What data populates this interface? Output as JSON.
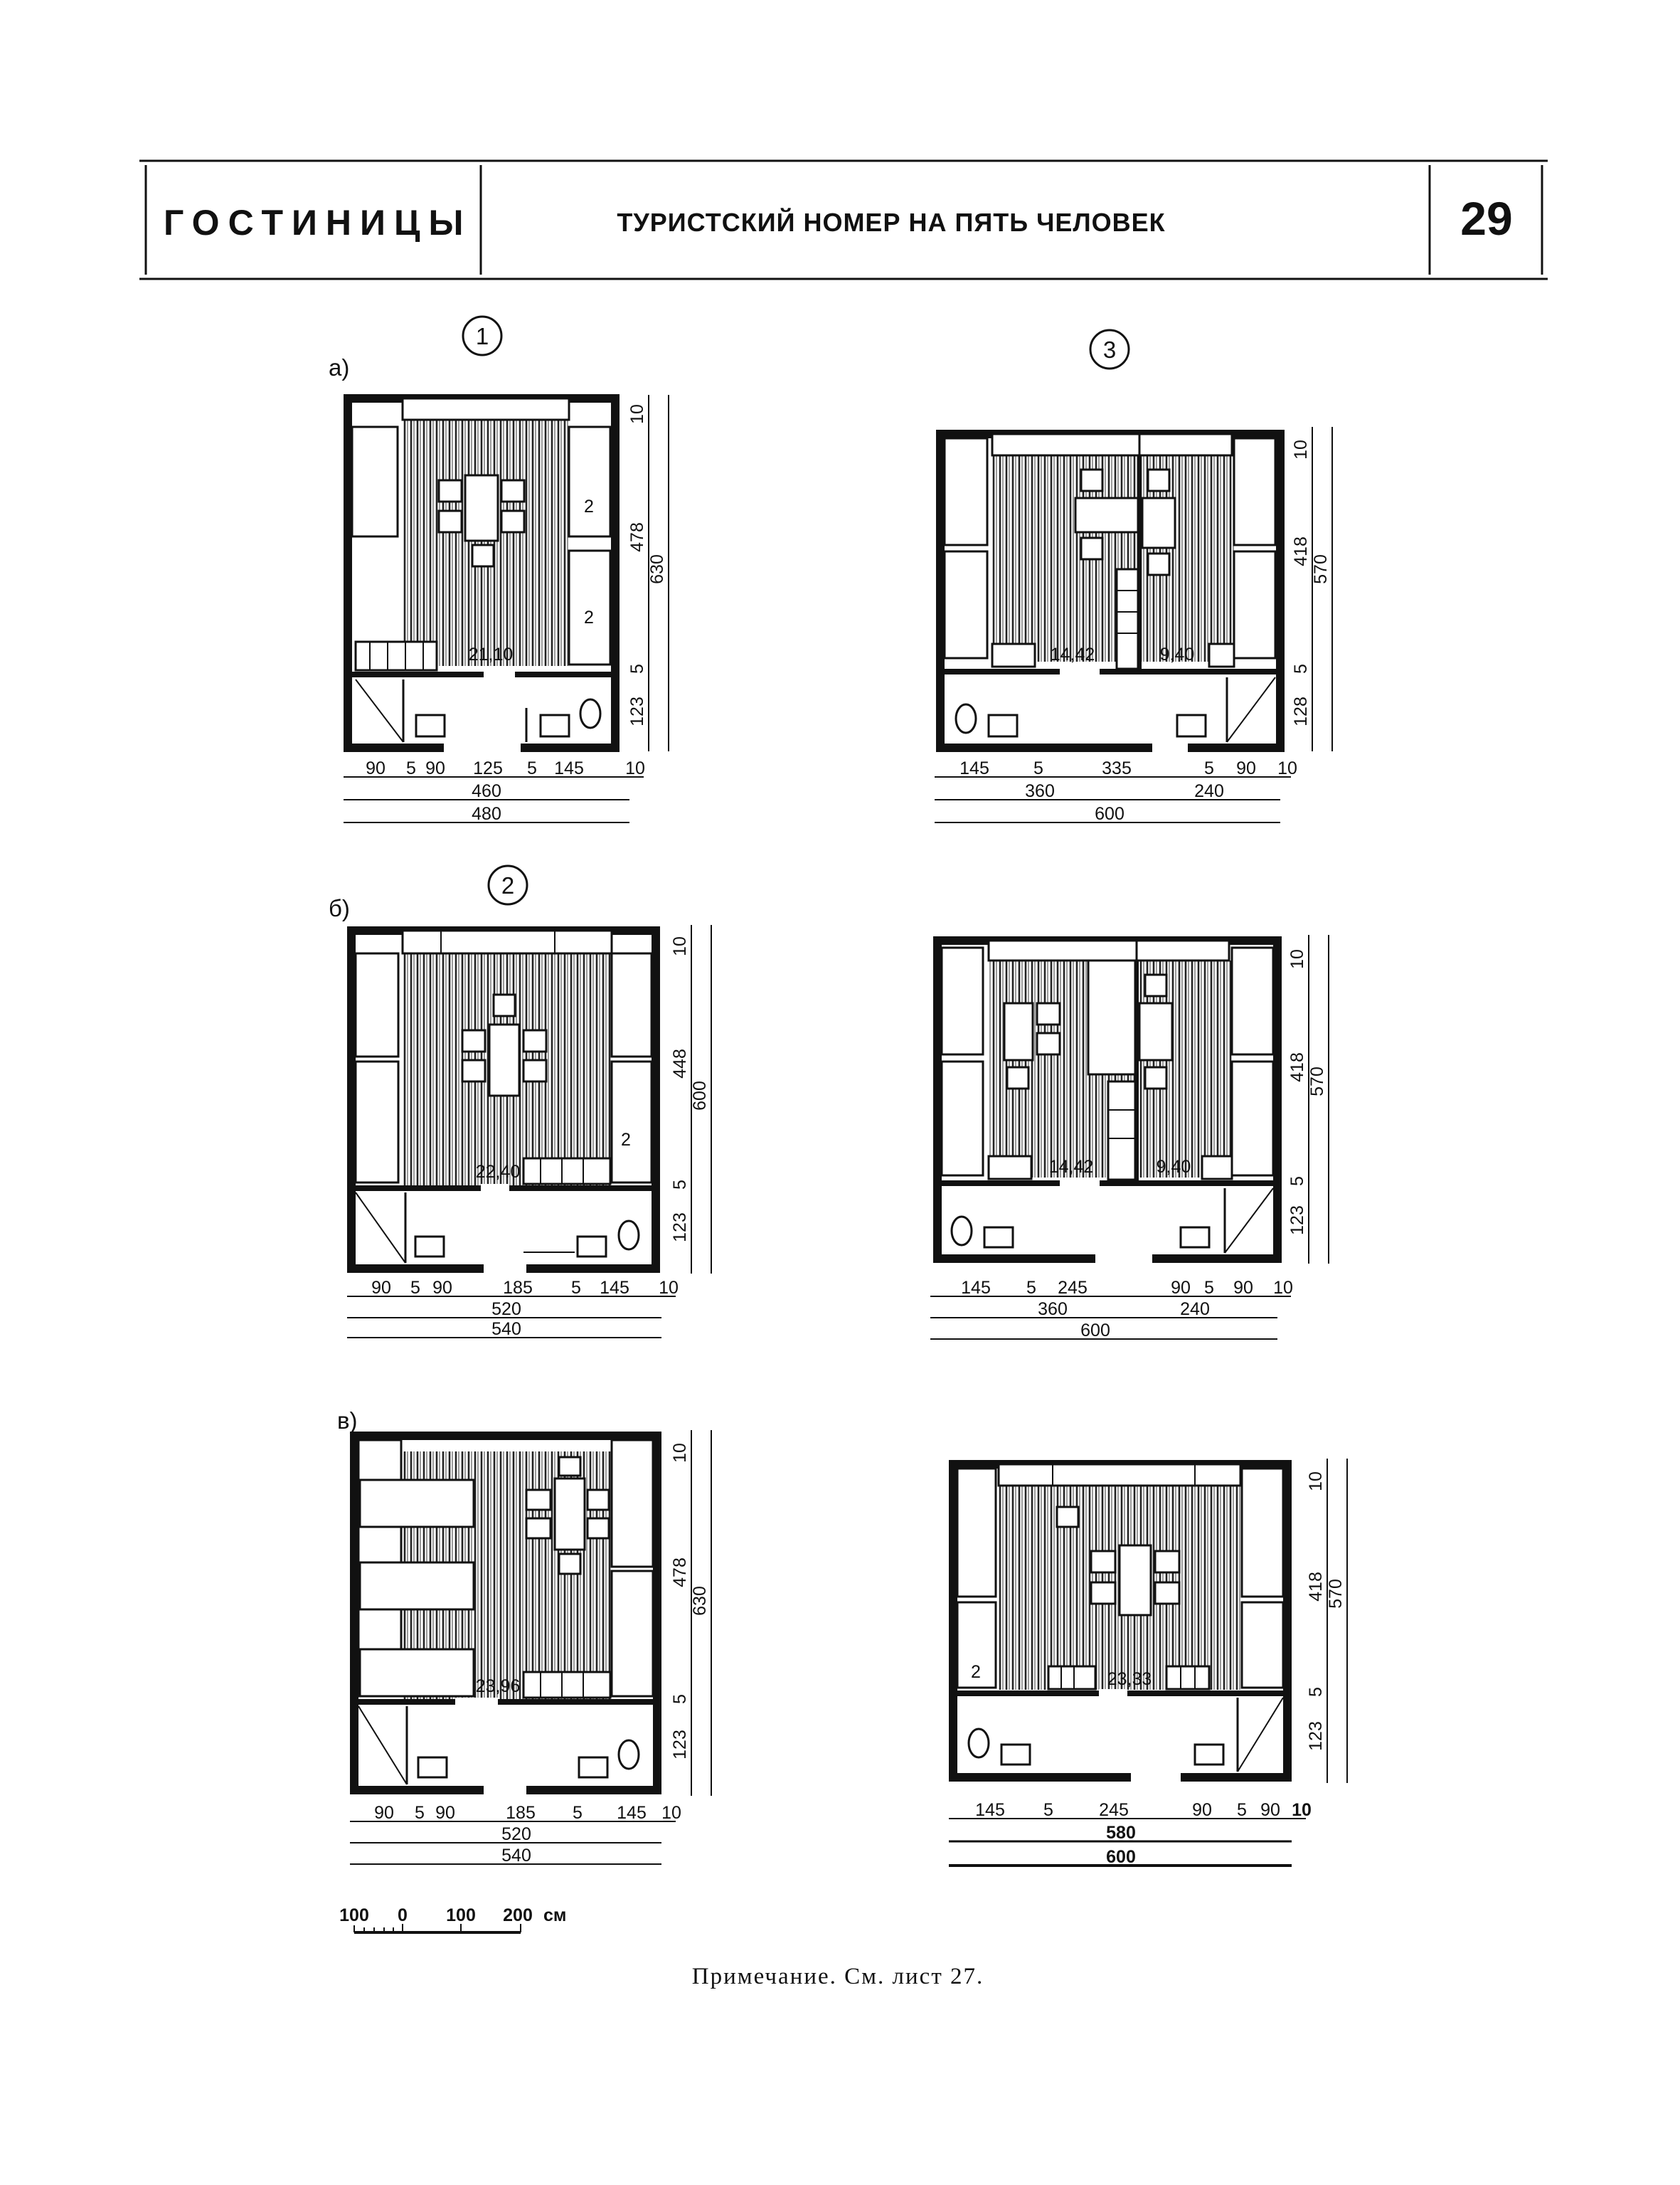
{
  "header": {
    "section": "ГОСТИНИЦЫ",
    "title": "ТУРИСТСКИЙ НОМЕР НА ПЯТЬ ЧЕЛОВЕК",
    "sheet_number": "29"
  },
  "variant_numbers": [
    "1",
    "2",
    "3"
  ],
  "row_labels": [
    "а)",
    "б)",
    "в)"
  ],
  "plans": [
    {
      "areas": [
        "21,10"
      ],
      "bed_marks": [
        "2",
        "2"
      ],
      "bottom_dims": [
        "90",
        "5",
        "90",
        "125",
        "5",
        "145",
        "10"
      ],
      "width_inner": "460",
      "width_total": "480",
      "side_dims": [
        "10",
        "478",
        "5",
        "123"
      ],
      "side_total": "630"
    },
    {
      "areas": [
        "14,42",
        "9,40"
      ],
      "bed_marks": [],
      "bottom_dims": [
        "145",
        "5",
        "335",
        "5",
        "90",
        "10"
      ],
      "width_parts": [
        "360",
        "240"
      ],
      "width_total": "600",
      "side_dims": [
        "10",
        "418",
        "5",
        "128"
      ],
      "side_total": "570"
    },
    {
      "areas": [
        "22,40"
      ],
      "bed_marks": [
        "2"
      ],
      "bottom_dims": [
        "90",
        "5",
        "90",
        "185",
        "5",
        "145",
        "10"
      ],
      "width_inner": "520",
      "width_total": "540",
      "side_dims": [
        "10",
        "448",
        "5",
        "123"
      ],
      "side_total": "600"
    },
    {
      "areas": [
        "14,42",
        "9,40"
      ],
      "bed_marks": [],
      "bottom_dims": [
        "145",
        "5",
        "245",
        "90",
        "5",
        "90",
        "10"
      ],
      "width_parts": [
        "360",
        "240"
      ],
      "width_total": "600",
      "side_dims": [
        "10",
        "418",
        "5",
        "123"
      ],
      "side_total": "570"
    },
    {
      "areas": [
        "23,96"
      ],
      "bed_marks": [],
      "bottom_dims": [
        "90",
        "5",
        "90",
        "185",
        "5",
        "145",
        "10"
      ],
      "width_inner": "520",
      "width_total": "540",
      "side_dims": [
        "10",
        "478",
        "5",
        "123"
      ],
      "side_total": "630"
    },
    {
      "areas": [
        "23,33"
      ],
      "bed_marks": [
        "2"
      ],
      "bottom_dims": [
        "145",
        "5",
        "245",
        "90",
        "5",
        "90",
        "10"
      ],
      "width_inner": "580",
      "width_total": "600",
      "side_dims": [
        "10",
        "418",
        "5",
        "123"
      ],
      "side_total": "570"
    }
  ],
  "scale": {
    "ticks": [
      "100",
      "0",
      "100",
      "200"
    ],
    "unit": "см"
  },
  "note": "Примечание. См. лист 27."
}
